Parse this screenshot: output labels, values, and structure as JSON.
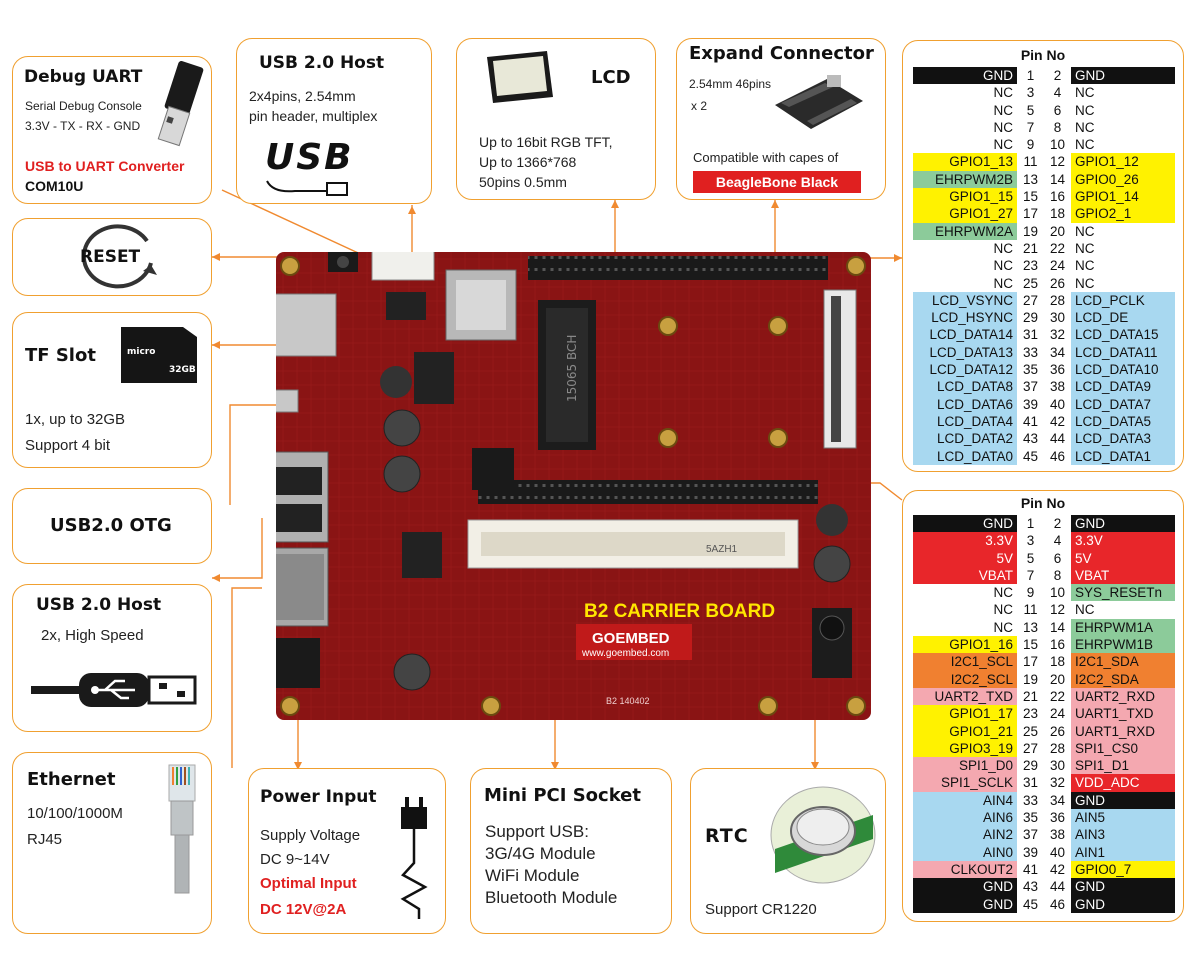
{
  "colors": {
    "accent_border": "#f0a030",
    "gnd": "#111111",
    "gpio": "#fff200",
    "pwm": "#8ccb9a",
    "lcd": "#a8d8f0",
    "power": "#e8262a",
    "i2c": "#f08030",
    "uart": "#f4a8b0",
    "vdd_adc": "#e8262a",
    "board": "#8a1414",
    "stripe": "#f0a030"
  },
  "callouts": {
    "debug_uart": {
      "title": "Debug UART",
      "line1": "Serial Debug Console",
      "line2": "3.3V - TX - RX - GND",
      "highlight": "USB to UART Converter",
      "model": "COM10U"
    },
    "usb_host_top": {
      "title": "USB 2.0 Host",
      "line1": "2x4pins, 2.54mm",
      "line2": "pin header, multiplex",
      "logo": "USB"
    },
    "lcd": {
      "title": "LCD",
      "line1": "Up to 16bit RGB TFT,",
      "line2": "Up to 1366*768",
      "line3": "50pins 0.5mm"
    },
    "expand": {
      "title": "Expand Connector",
      "line1": "2.54mm 46pins",
      "line2": "x 2",
      "compat": "Compatible with capes of",
      "badge": "BeagleBone Black"
    },
    "reset": {
      "label": "RESET"
    },
    "tf_slot": {
      "title": "TF Slot",
      "line1": "1x, up to 32GB",
      "line2": "Support 4 bit",
      "card_size": "32GB",
      "card_brand": "micro"
    },
    "usb_otg": {
      "title": "USB2.0 OTG"
    },
    "usb_host_left": {
      "title": "USB 2.0 Host",
      "line1": "2x, High Speed"
    },
    "ethernet": {
      "title": "Ethernet",
      "line1": "10/100/1000M",
      "line2": "RJ45"
    },
    "power": {
      "title": "Power Input",
      "line1": "Supply Voltage",
      "line2": "DC 9~14V",
      "highlight1": "Optimal Input",
      "highlight2": "DC 12V@2A"
    },
    "minipci": {
      "title": "Mini PCI Socket",
      "line1": "Support USB:",
      "line2": "3G/4G Module",
      "line3": "WiFi Module",
      "line4": "Bluetooth Module"
    },
    "rtc": {
      "title": "RTC",
      "line1": "Support  CR1220"
    }
  },
  "board": {
    "name": "B2 CARRIER BOARD",
    "brand": "GOEMBED",
    "url": "www.goembed.com",
    "rev": "B2  140402",
    "slot_label": "5AZH1"
  },
  "pin_table_1": {
    "title": "Pin No",
    "rows": [
      {
        "l": "GND",
        "ln": "1",
        "rn": "2",
        "r": "GND",
        "lc": "gnd",
        "rc": "gnd"
      },
      {
        "l": "NC",
        "ln": "3",
        "rn": "4",
        "r": "NC",
        "lc": "",
        "rc": ""
      },
      {
        "l": "NC",
        "ln": "5",
        "rn": "6",
        "r": "NC",
        "lc": "",
        "rc": ""
      },
      {
        "l": "NC",
        "ln": "7",
        "rn": "8",
        "r": "NC",
        "lc": "",
        "rc": ""
      },
      {
        "l": "NC",
        "ln": "9",
        "rn": "10",
        "r": "NC",
        "lc": "",
        "rc": ""
      },
      {
        "l": "GPIO1_13",
        "ln": "11",
        "rn": "12",
        "r": "GPIO1_12",
        "lc": "gpio",
        "rc": "gpio"
      },
      {
        "l": "EHRPWM2B",
        "ln": "13",
        "rn": "14",
        "r": "GPIO0_26",
        "lc": "pwm",
        "rc": "gpio"
      },
      {
        "l": "GPIO1_15",
        "ln": "15",
        "rn": "16",
        "r": "GPIO1_14",
        "lc": "gpio",
        "rc": "gpio"
      },
      {
        "l": "GPIO1_27",
        "ln": "17",
        "rn": "18",
        "r": "GPIO2_1",
        "lc": "gpio",
        "rc": "gpio"
      },
      {
        "l": "EHRPWM2A",
        "ln": "19",
        "rn": "20",
        "r": "NC",
        "lc": "pwm",
        "rc": ""
      },
      {
        "l": "NC",
        "ln": "21",
        "rn": "22",
        "r": "NC",
        "lc": "",
        "rc": ""
      },
      {
        "l": "NC",
        "ln": "23",
        "rn": "24",
        "r": "NC",
        "lc": "",
        "rc": ""
      },
      {
        "l": "NC",
        "ln": "25",
        "rn": "26",
        "r": "NC",
        "lc": "",
        "rc": ""
      },
      {
        "l": "LCD_VSYNC",
        "ln": "27",
        "rn": "28",
        "r": "LCD_PCLK",
        "lc": "lcd",
        "rc": "lcd"
      },
      {
        "l": "LCD_HSYNC",
        "ln": "29",
        "rn": "30",
        "r": "LCD_DE",
        "lc": "lcd",
        "rc": "lcd"
      },
      {
        "l": "LCD_DATA14",
        "ln": "31",
        "rn": "32",
        "r": "LCD_DATA15",
        "lc": "lcd",
        "rc": "lcd"
      },
      {
        "l": "LCD_DATA13",
        "ln": "33",
        "rn": "34",
        "r": "LCD_DATA11",
        "lc": "lcd",
        "rc": "lcd"
      },
      {
        "l": "LCD_DATA12",
        "ln": "35",
        "rn": "36",
        "r": "LCD_DATA10",
        "lc": "lcd",
        "rc": "lcd"
      },
      {
        "l": "LCD_DATA8",
        "ln": "37",
        "rn": "38",
        "r": "LCD_DATA9",
        "lc": "lcd",
        "rc": "lcd"
      },
      {
        "l": "LCD_DATA6",
        "ln": "39",
        "rn": "40",
        "r": "LCD_DATA7",
        "lc": "lcd",
        "rc": "lcd"
      },
      {
        "l": "LCD_DATA4",
        "ln": "41",
        "rn": "42",
        "r": "LCD_DATA5",
        "lc": "lcd",
        "rc": "lcd"
      },
      {
        "l": "LCD_DATA2",
        "ln": "43",
        "rn": "44",
        "r": "LCD_DATA3",
        "lc": "lcd",
        "rc": "lcd"
      },
      {
        "l": "LCD_DATA0",
        "ln": "45",
        "rn": "46",
        "r": "LCD_DATA1",
        "lc": "lcd",
        "rc": "lcd"
      }
    ]
  },
  "pin_table_2": {
    "title": "Pin No",
    "rows": [
      {
        "l": "GND",
        "ln": "1",
        "rn": "2",
        "r": "GND",
        "lc": "gnd",
        "rc": "gnd"
      },
      {
        "l": "3.3V",
        "ln": "3",
        "rn": "4",
        "r": "3.3V",
        "lc": "power",
        "rc": "power"
      },
      {
        "l": "5V",
        "ln": "5",
        "rn": "6",
        "r": "5V",
        "lc": "power",
        "rc": "power"
      },
      {
        "l": "VBAT",
        "ln": "7",
        "rn": "8",
        "r": "VBAT",
        "lc": "power",
        "rc": "power"
      },
      {
        "l": "NC",
        "ln": "9",
        "rn": "10",
        "r": "SYS_RESETn",
        "lc": "",
        "rc": "pwm"
      },
      {
        "l": "NC",
        "ln": "11",
        "rn": "12",
        "r": "NC",
        "lc": "",
        "rc": ""
      },
      {
        "l": "NC",
        "ln": "13",
        "rn": "14",
        "r": "EHRPWM1A",
        "lc": "",
        "rc": "pwm"
      },
      {
        "l": "GPIO1_16",
        "ln": "15",
        "rn": "16",
        "r": "EHRPWM1B",
        "lc": "gpio",
        "rc": "pwm"
      },
      {
        "l": "I2C1_SCL",
        "ln": "17",
        "rn": "18",
        "r": "I2C1_SDA",
        "lc": "i2c",
        "rc": "i2c"
      },
      {
        "l": "I2C2_SCL",
        "ln": "19",
        "rn": "20",
        "r": "I2C2_SDA",
        "lc": "i2c",
        "rc": "i2c"
      },
      {
        "l": "UART2_TXD",
        "ln": "21",
        "rn": "22",
        "r": "UART2_RXD",
        "lc": "uart",
        "rc": "uart"
      },
      {
        "l": "GPIO1_17",
        "ln": "23",
        "rn": "24",
        "r": "UART1_TXD",
        "lc": "gpio",
        "rc": "uart"
      },
      {
        "l": "GPIO1_21",
        "ln": "25",
        "rn": "26",
        "r": "UART1_RXD",
        "lc": "gpio",
        "rc": "uart"
      },
      {
        "l": "GPIO3_19",
        "ln": "27",
        "rn": "28",
        "r": "SPI1_CS0",
        "lc": "gpio",
        "rc": "uart"
      },
      {
        "l": "SPI1_D0",
        "ln": "29",
        "rn": "30",
        "r": "SPI1_D1",
        "lc": "uart",
        "rc": "uart"
      },
      {
        "l": "SPI1_SCLK",
        "ln": "31",
        "rn": "32",
        "r": "VDD_ADC",
        "lc": "uart",
        "rc": "power"
      },
      {
        "l": "AIN4",
        "ln": "33",
        "rn": "34",
        "r": "GND",
        "lc": "lcd",
        "rc": "gnd"
      },
      {
        "l": "AIN6",
        "ln": "35",
        "rn": "36",
        "r": "AIN5",
        "lc": "lcd",
        "rc": "lcd"
      },
      {
        "l": "AIN2",
        "ln": "37",
        "rn": "38",
        "r": "AIN3",
        "lc": "lcd",
        "rc": "lcd"
      },
      {
        "l": "AIN0",
        "ln": "39",
        "rn": "40",
        "r": "AIN1",
        "lc": "lcd",
        "rc": "lcd"
      },
      {
        "l": "CLKOUT2",
        "ln": "41",
        "rn": "42",
        "r": "GPIO0_7",
        "lc": "uart",
        "rc": "gpio"
      },
      {
        "l": "GND",
        "ln": "43",
        "rn": "44",
        "r": "GND",
        "lc": "gnd",
        "rc": "gnd"
      },
      {
        "l": "GND",
        "ln": "45",
        "rn": "46",
        "r": "GND",
        "lc": "gnd",
        "rc": "gnd"
      }
    ]
  }
}
